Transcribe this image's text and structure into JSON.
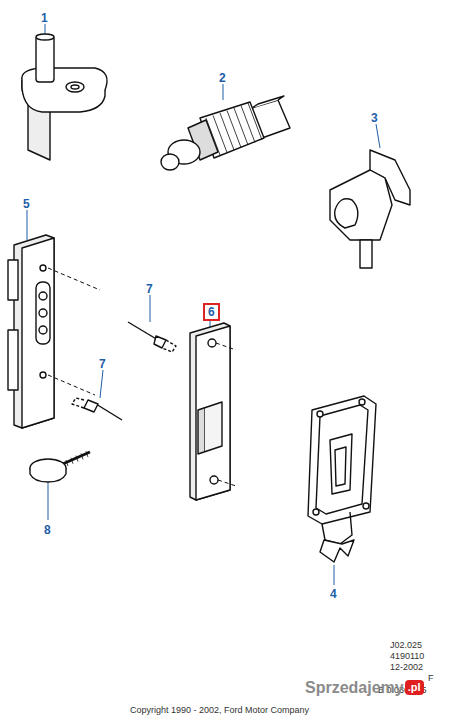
{
  "diagram": {
    "labels": [
      "1",
      "2",
      "3",
      "5",
      "7",
      "6",
      "7",
      "8",
      "4",
      "J02.025",
      "4190110",
      "12-2002",
      "F",
      "E 0 0362 05",
      "Sprzedajemy",
      ".pl",
      "Copyright 1990 - 2002, Ford Motor Company"
    ]
  }
}
